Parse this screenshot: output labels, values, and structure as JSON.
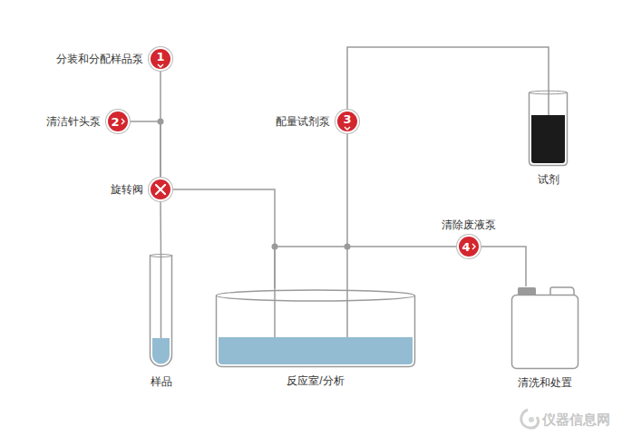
{
  "diagram": {
    "nodes": [
      {
        "text": [
          "分装和分配样品泵",
          "1"
        ]
      },
      {
        "text": [
          "清洁针头泵",
          "2"
        ]
      },
      {
        "text": [
          "旋转阀"
        ]
      },
      {
        "text": [
          "样品"
        ]
      },
      {
        "text": [
          "配量试剂泵",
          "3"
        ]
      },
      {
        "text": [
          "试剂"
        ]
      },
      {
        "text": [
          "反应室/分析"
        ]
      },
      {
        "text": [
          "清除废液泵",
          "4"
        ]
      },
      {
        "text": [
          "清洗和处置"
        ]
      }
    ],
    "edges": [
      {
        "from": 0,
        "to": 2,
        "arrow": "none"
      },
      {
        "from": 1,
        "to": 2,
        "arrow": "none"
      },
      {
        "from": 2,
        "to": 3,
        "arrow": "none"
      },
      {
        "from": 2,
        "to": 6,
        "arrow": "none"
      },
      {
        "from": 4,
        "to": 5,
        "arrow": "none"
      },
      {
        "from": 4,
        "to": 6,
        "arrow": "none"
      },
      {
        "from": 6,
        "to": 7,
        "arrow": "none"
      },
      {
        "from": 7,
        "to": 8,
        "arrow": "none"
      }
    ],
    "labels": [
      "仪器信息网"
    ]
  }
}
